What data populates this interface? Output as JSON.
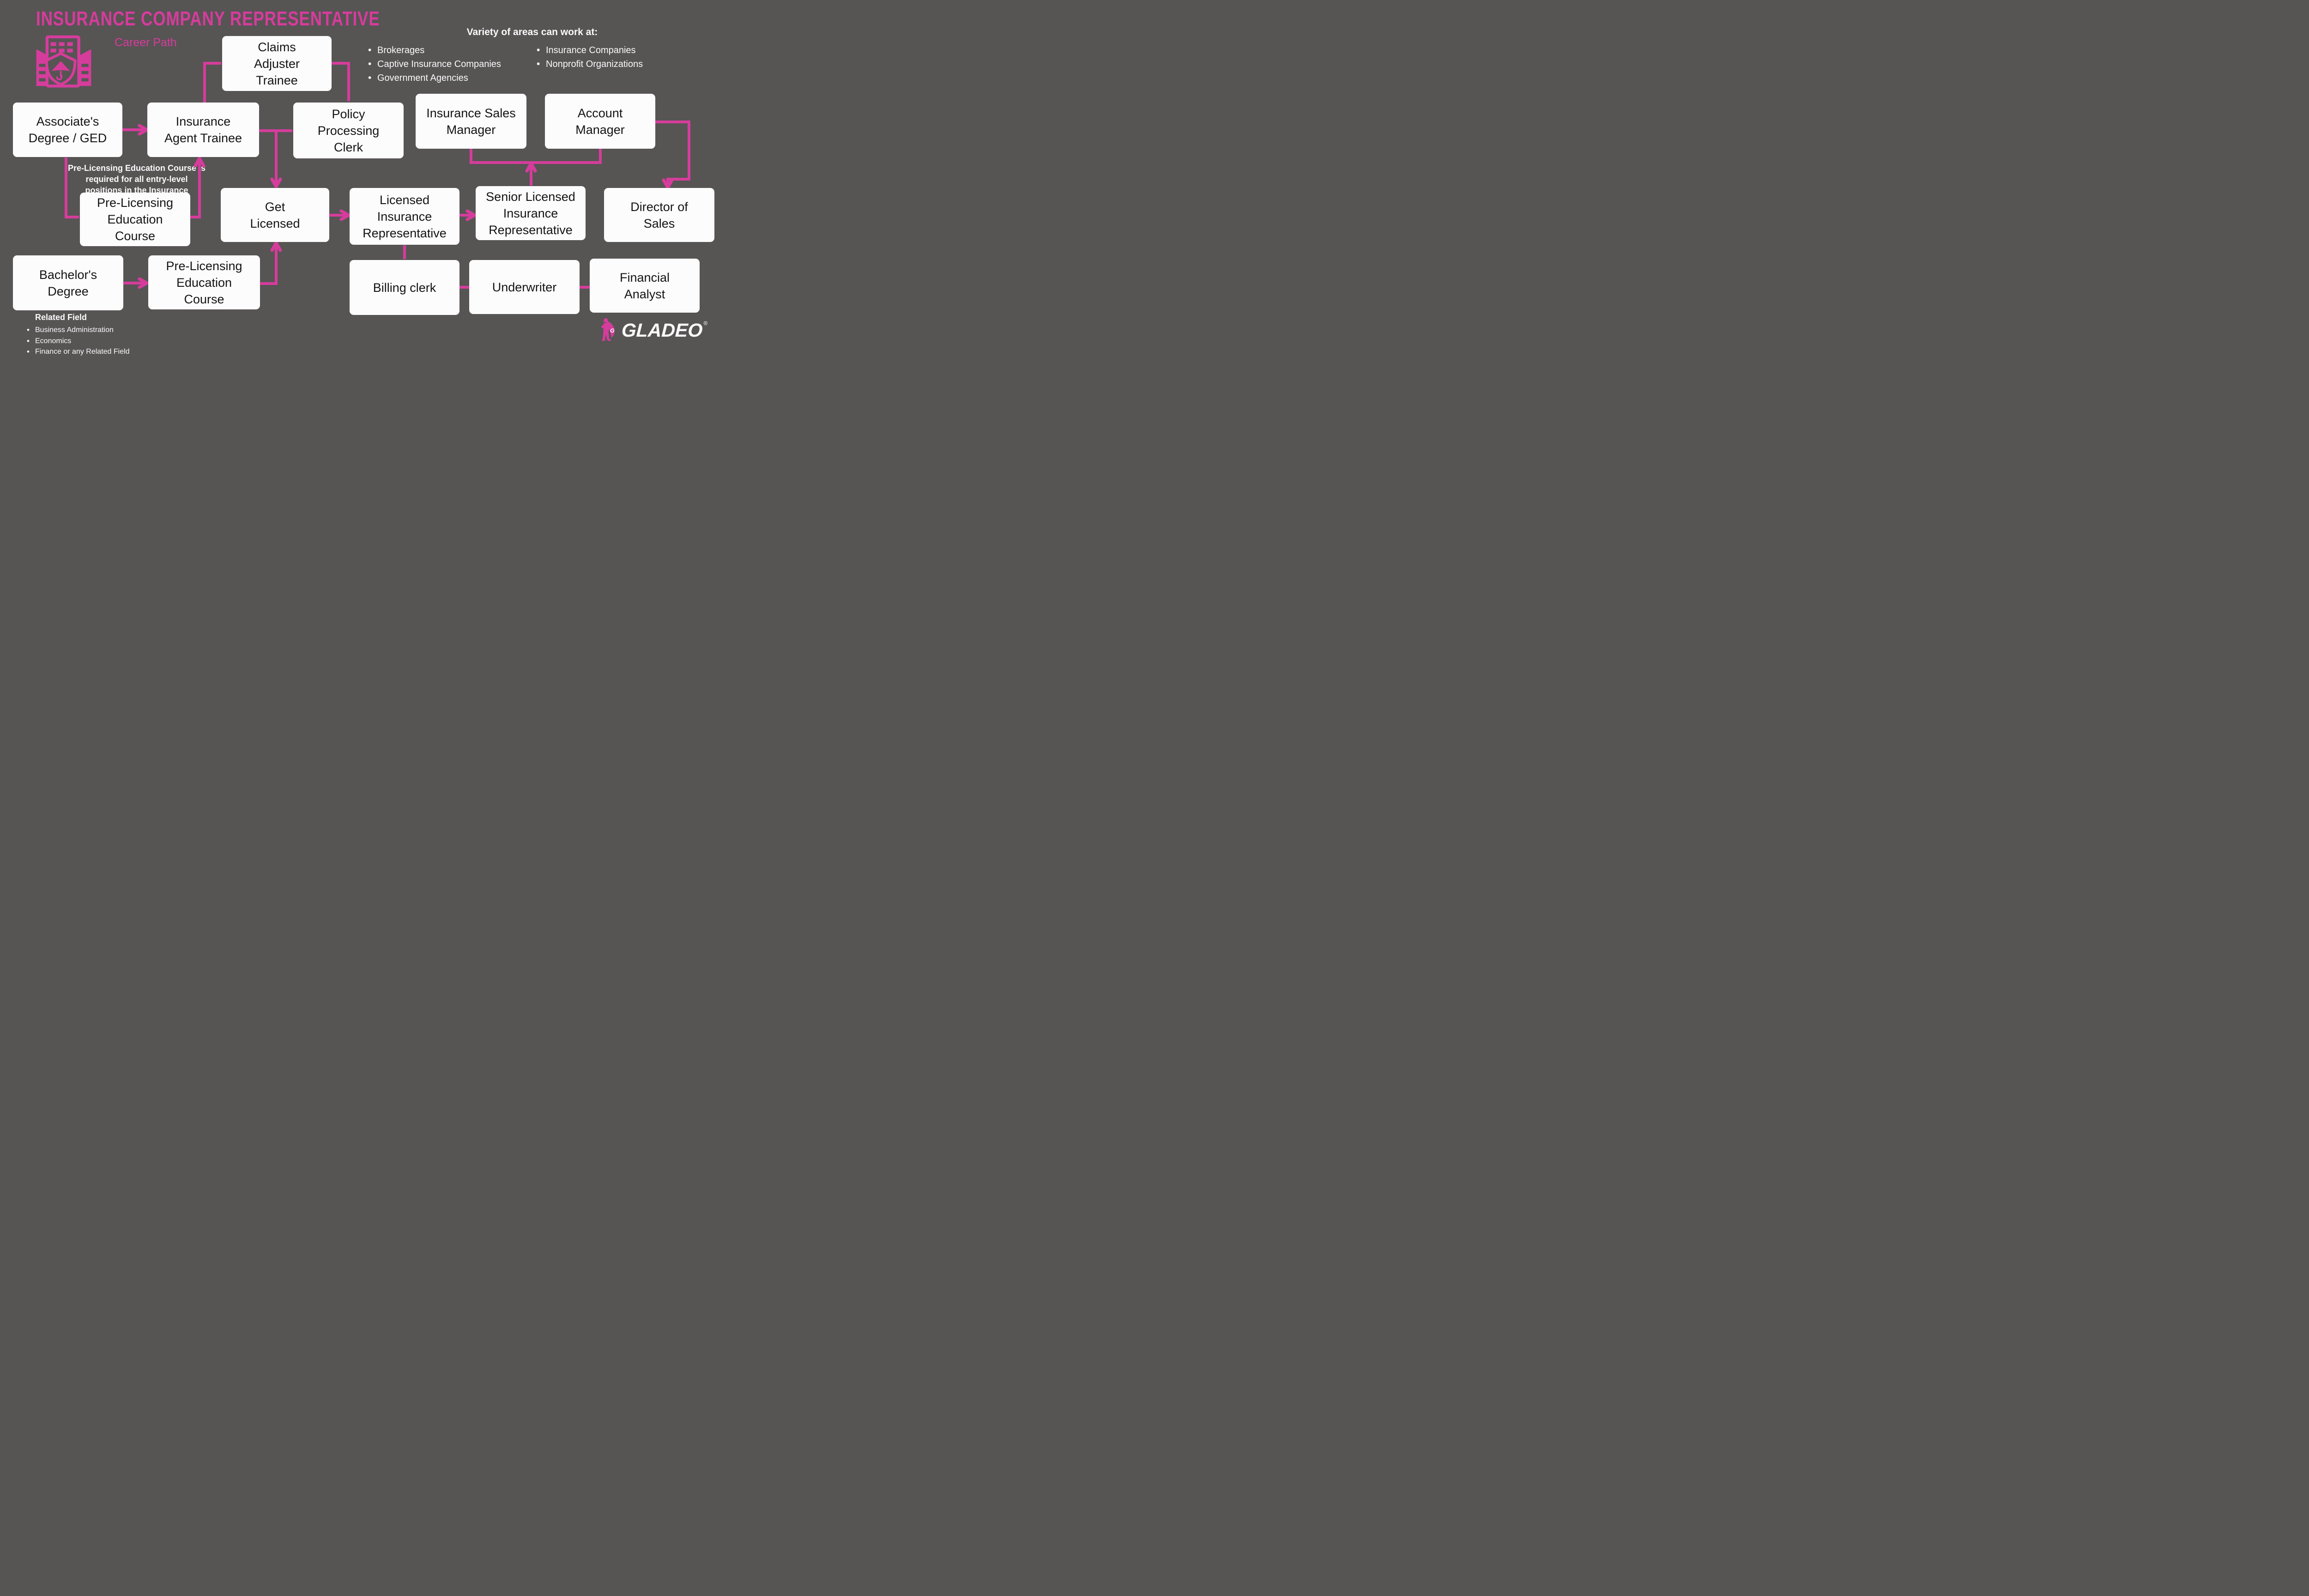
{
  "title": "INSURANCE COMPANY REPRESENTATIVE",
  "subtitle": "Career Path",
  "colors": {
    "background": "#575454",
    "accent_pink": "#D63C9C",
    "box_background": "#FCFCFC",
    "box_text": "#141414",
    "light_text": "#FAFAFA"
  },
  "icons": {
    "header_icon": "insurance-building-shield-umbrella-icon",
    "logo_mascot": "gladeo-superhero-mascot-icon"
  },
  "note": "Pre-Licensing Education Course is required for all entry-level positions in the Insurance Industry.",
  "work_areas": {
    "heading": "Variety of areas can work at:",
    "column1": [
      "Brokerages",
      "Captive Insurance Companies",
      "Government Agencies"
    ],
    "column2": [
      "Insurance Companies",
      "Nonprofit Organizations"
    ]
  },
  "related_field": {
    "heading": "Related Field",
    "items": [
      "Business Administration",
      "Economics",
      "Finance or any Related Field"
    ]
  },
  "nodes": {
    "claims_adjuster_trainee": {
      "lines": [
        "Claims",
        "Adjuster",
        "Trainee"
      ]
    },
    "associates_degree_ged": {
      "lines": [
        "Associate's",
        "Degree / GED"
      ]
    },
    "insurance_agent_trainee": {
      "lines": [
        "Insurance",
        "Agent Trainee"
      ]
    },
    "policy_processing_clerk": {
      "lines": [
        "Policy",
        "Processing",
        "Clerk"
      ]
    },
    "insurance_sales_manager": {
      "lines": [
        "Insurance Sales",
        "Manager"
      ]
    },
    "account_manager": {
      "lines": [
        "Account",
        "Manager"
      ]
    },
    "pre_licensing_course_1": {
      "lines": [
        "Pre-Licensing",
        "Education",
        "Course"
      ]
    },
    "get_licensed": {
      "lines": [
        "Get",
        "Licensed"
      ]
    },
    "licensed_insurance_representative": {
      "lines": [
        "Licensed",
        "Insurance",
        "Representative"
      ]
    },
    "senior_licensed_insurance_representative": {
      "lines": [
        "Senior Licensed",
        "Insurance",
        "Representative"
      ]
    },
    "director_of_sales": {
      "lines": [
        "Director of",
        "Sales"
      ]
    },
    "bachelors_degree": {
      "lines": [
        "Bachelor's",
        "Degree"
      ]
    },
    "pre_licensing_course_2": {
      "lines": [
        "Pre-Licensing",
        "Education",
        "Course"
      ]
    },
    "billing_clerk": {
      "lines": [
        "Billing clerk"
      ]
    },
    "underwriter": {
      "lines": [
        "Underwriter"
      ]
    },
    "financial_analyst": {
      "lines": [
        "Financial",
        "Analyst"
      ]
    }
  },
  "logo": {
    "text": "GLADEO",
    "registered": "®"
  }
}
